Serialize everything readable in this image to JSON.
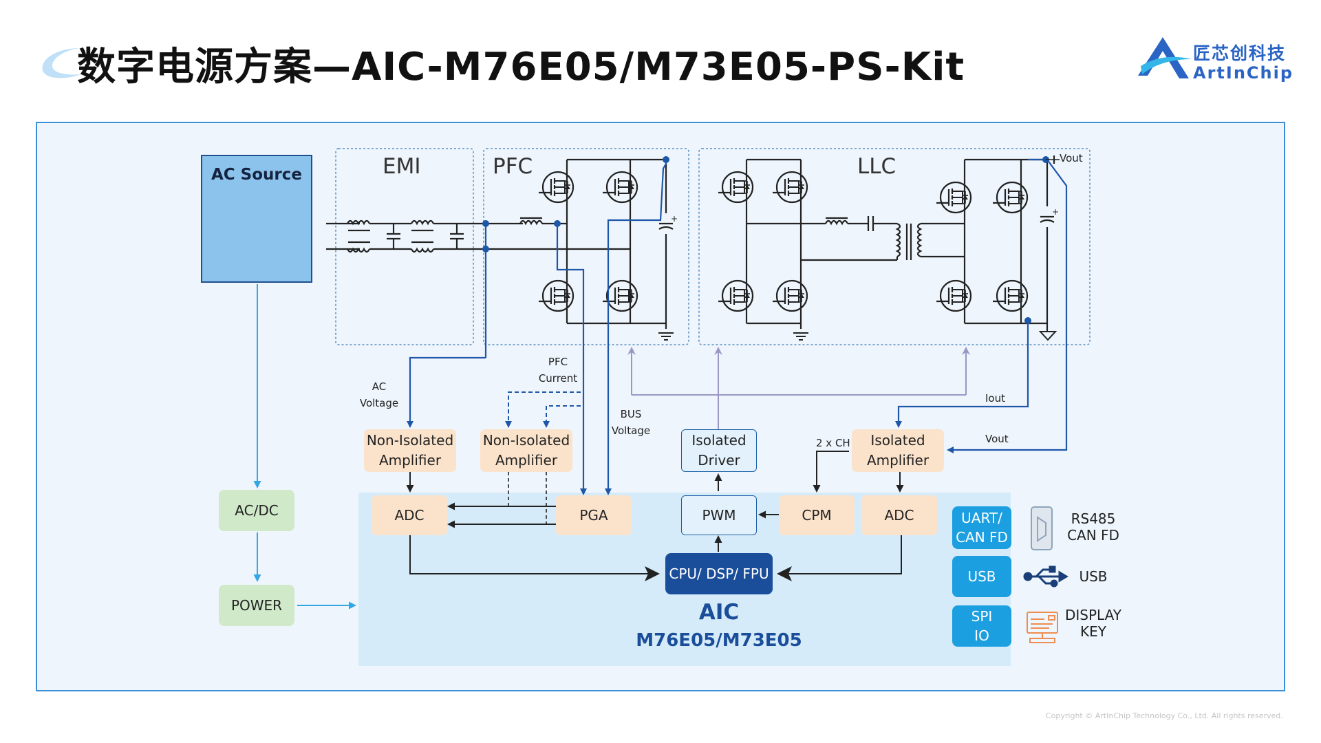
{
  "header": {
    "title": "数字电源方案—AIC-M76E05/M73E05-PS-Kit",
    "logo_cn": "匠芯创科技",
    "logo_en": "ArtInChip"
  },
  "footer": {
    "copyright": "Copyright © ArtInChip Technology Co., Ltd. All rights reserved."
  },
  "power_stages": {
    "ac_source": "AC Source",
    "emi": "EMI",
    "pfc": "PFC",
    "llc": "LLC",
    "vout_tag": "Vout"
  },
  "signals": {
    "ac_voltage": "AC\nVoltage",
    "pfc_current": "PFC\nCurrent",
    "bus_voltage": "BUS\nVoltage",
    "iout": "Iout",
    "vout": "Vout",
    "two_ch": "2 x CH"
  },
  "blocks": {
    "non_isolated_amp_1": "Non-Isolated\nAmplifier",
    "non_isolated_amp_2": "Non-Isolated\nAmplifier",
    "isolated_driver": "Isolated\nDriver",
    "isolated_amp": "Isolated\nAmplifier",
    "adc_left": "ADC",
    "pga": "PGA",
    "pwm": "PWM",
    "cpm": "CPM",
    "adc_right": "ADC",
    "cpu": "CPU/ DSP/ FPU",
    "aic_name": "AIC",
    "aic_model": "M76E05/M73E05",
    "acdc": "AC/DC",
    "power": "POWER"
  },
  "interfaces": [
    {
      "label": "UART/\nCAN FD",
      "desc": "RS485\nCAN FD",
      "icon": "connector-icon"
    },
    {
      "label": "USB",
      "desc": "USB",
      "icon": "usb-icon"
    },
    {
      "label": "SPI\nIO",
      "desc": "DISPLAY\nKEY",
      "icon": "display-icon"
    }
  ],
  "colors": {
    "background_panel": "#eef5fc",
    "panel_border": "#3a8fd8",
    "aic_region": "#d6ebf9",
    "amplifier": "#fbe3cb",
    "green_block": "#cfe9c9",
    "cpu_block": "#1a4d9a",
    "interface_block": "#1b9fe0",
    "signal_line": "#1e56a8",
    "feedback_arrow": "#9b96c4",
    "power_line": "#33a7e6"
  }
}
